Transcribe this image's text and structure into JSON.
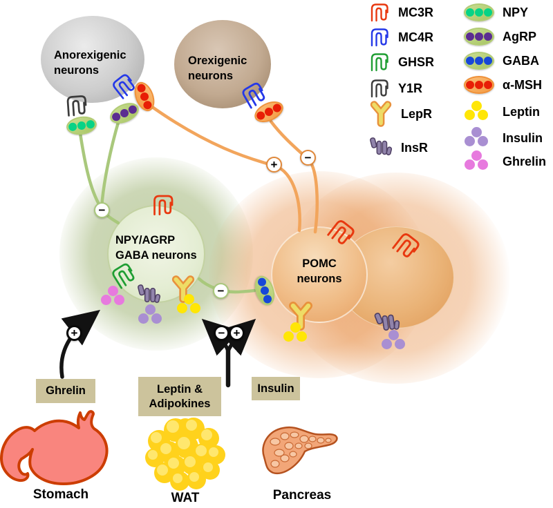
{
  "legend": {
    "receptors": [
      {
        "name": "MC3R",
        "label": "MC3R",
        "color": "#e8380f"
      },
      {
        "name": "MC4R",
        "label": "MC4R",
        "color": "#2438e8"
      },
      {
        "name": "GHSR",
        "label": "GHSR",
        "color": "#1f9e33"
      },
      {
        "name": "Y1R",
        "label": "Y1R",
        "color": "#3c3c3c"
      },
      {
        "name": "LepR",
        "label": "LepR",
        "color": "#e8913c"
      },
      {
        "name": "InsR",
        "label": "InsR",
        "color": "#9184ab"
      }
    ],
    "ligands": [
      {
        "name": "NPY",
        "label": "NPY",
        "dot_color": "#07d386",
        "capsule_color": "#b7d376"
      },
      {
        "name": "AgRP",
        "label": "AgRP",
        "dot_color": "#5b2d91",
        "capsule_color": "#b7d376"
      },
      {
        "name": "GABA",
        "label": "GABA",
        "dot_color": "#1747d8",
        "capsule_color": "#b7d376"
      },
      {
        "name": "alpha-MSH",
        "label": "α-MSH",
        "dot_color": "#e81e06",
        "capsule_color": "#f8ab58"
      },
      {
        "name": "Leptin",
        "label": "Leptin",
        "dot_color": "#ffe606"
      },
      {
        "name": "Insulin",
        "label": "Insulin",
        "dot_color": "#a98fd2"
      },
      {
        "name": "Ghrelin",
        "label": "Ghrelin",
        "dot_color": "#e77ade"
      }
    ]
  },
  "neurons": {
    "anorexigenic": {
      "line1": "Anorexigenic",
      "line2": "neurons"
    },
    "orexigenic": {
      "line1": "Orexigenic",
      "line2": "neurons"
    },
    "npy_agrp": {
      "line1": "NPY/AGRP",
      "line2": "GABA neurons"
    },
    "pomc": {
      "line1": "POMC",
      "line2": "neurons"
    }
  },
  "signs": {
    "green_left": "−",
    "green_right": "−",
    "orange_plus": "+",
    "orange_minus": "−",
    "ghrelin_arrow": "+",
    "y_arrow_minus": "−",
    "y_arrow_plus": "+"
  },
  "peripheral_signals": [
    {
      "label": "Ghrelin"
    },
    {
      "label": "Leptin &\nAdipokines"
    },
    {
      "label": "Insulin"
    }
  ],
  "organs": [
    {
      "label": "Stomach"
    },
    {
      "label": "WAT"
    },
    {
      "label": "Pancreas"
    }
  ],
  "colors": {
    "green_line": "#a9c87c",
    "orange_line": "#f2a55c",
    "label_box": "#ccc39c",
    "stomach_fill": "#f9857e",
    "stomach_stroke": "#cc3d00",
    "wat_fill": "#ffd21c",
    "pancreas_fill": "#f2a678"
  }
}
